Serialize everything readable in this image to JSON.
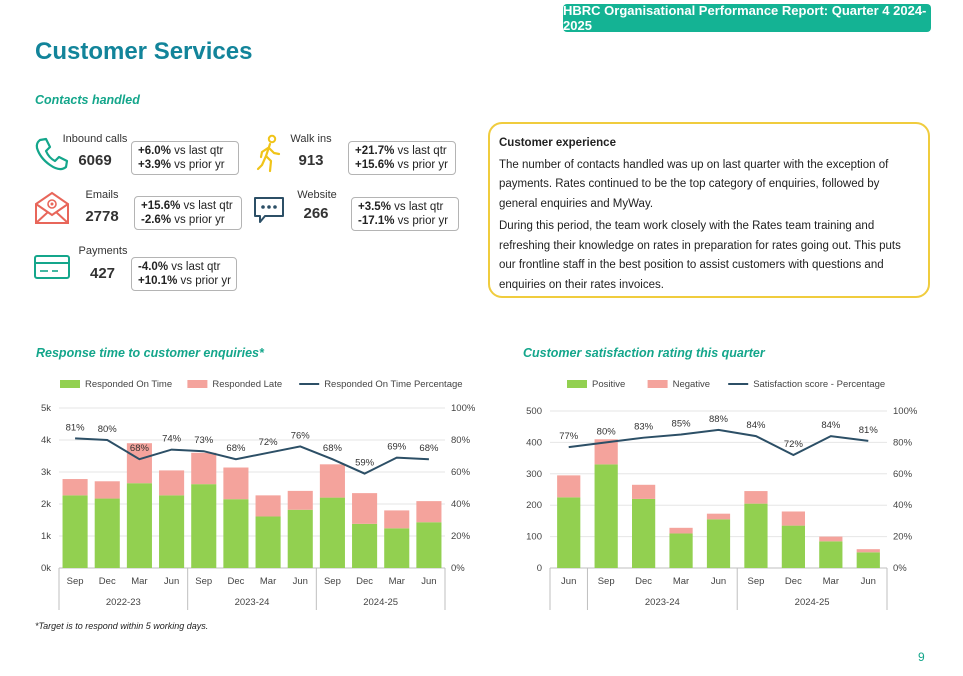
{
  "header": {
    "report_title": "HBRC Organisational Performance Report: Quarter 4 2024-2025"
  },
  "page": {
    "title": "Customer Services",
    "number": "9"
  },
  "contacts": {
    "section_title": "Contacts handled",
    "items": [
      {
        "label": "Inbound calls",
        "value": "6069",
        "qtr": "+6.0%",
        "yr": "+3.9%",
        "icon": "phone-icon"
      },
      {
        "label": "Walk ins",
        "value": "913",
        "qtr": "+21.7%",
        "yr": "+15.6%",
        "icon": "walking-person-icon"
      },
      {
        "label": "Emails",
        "value": "2778",
        "qtr": "+15.6%",
        "yr": "-2.6%",
        "icon": "email-icon"
      },
      {
        "label": "Website",
        "value": "266",
        "qtr": "+3.5%",
        "yr": "-17.1%",
        "icon": "chat-bubble-icon"
      },
      {
        "label": "Payments",
        "value": "427",
        "qtr": "-4.0%",
        "yr": "+10.1%",
        "icon": "payment-card-icon"
      }
    ],
    "qtr_suffix": " vs last qtr",
    "yr_suffix": " vs prior yr"
  },
  "customer_experience": {
    "title": "Customer experience",
    "p1": "The number of contacts handled was up on last quarter with the exception of payments. Rates continued to be the top category of enquiries, followed by general enquiries and MyWay.",
    "p2": "During this period, the team work closely with the Rates team training and refreshing their knowledge on rates in preparation for rates going out. This puts our frontline staff in the best position to assist customers with questions and enquiries on their rates invoices."
  },
  "colors": {
    "green_bar": "#92d050",
    "pink_bar": "#f4a39c",
    "line": "#2c4f66",
    "teal": "#14b394",
    "yellow_border": "#f0cc3e"
  },
  "footnote": "*Target is to respond within 5 working days.",
  "chart_data": [
    {
      "type": "bar",
      "title": "Response time to customer enquiries*",
      "stacked": true,
      "categories": [
        "Sep",
        "Dec",
        "Mar",
        "Jun",
        "Sep",
        "Dec",
        "Mar",
        "Jun",
        "Sep",
        "Dec",
        "Mar",
        "Jun"
      ],
      "groups": [
        {
          "label": "2022-23",
          "count": 4
        },
        {
          "label": "2023-24",
          "count": 4
        },
        {
          "label": "2024-25",
          "count": 4
        }
      ],
      "series": [
        {
          "name": "Responded On Time",
          "values": [
            2270,
            2170,
            2650,
            2270,
            2620,
            2150,
            1610,
            1820,
            2200,
            1380,
            1240,
            1430
          ],
          "color": "#92d050"
        },
        {
          "name": "Responded Late",
          "values": [
            510,
            540,
            1250,
            780,
            980,
            990,
            660,
            590,
            1040,
            960,
            560,
            660
          ],
          "color": "#f4a39c"
        },
        {
          "name": "Responded On Time Percentage",
          "values": [
            81,
            80,
            68,
            74,
            73,
            68,
            72,
            76,
            68,
            59,
            69,
            68
          ],
          "color": "#2c4f66",
          "axis": "right",
          "labels": [
            "81%",
            "80%",
            "68%",
            "74%",
            "73%",
            "68%",
            "72%",
            "76%",
            "68%",
            "59%",
            "69%",
            "68%"
          ]
        }
      ],
      "y_ticks": [
        "0k",
        "1k",
        "2k",
        "3k",
        "4k",
        "5k"
      ],
      "ylim": [
        0,
        5000
      ],
      "y2_ticks": [
        "0%",
        "20%",
        "40%",
        "60%",
        "80%",
        "100%"
      ],
      "y2lim": [
        0,
        100
      ],
      "legend": "top",
      "grid": true
    },
    {
      "type": "bar",
      "title": "Customer satisfaction rating this quarter",
      "stacked": true,
      "categories": [
        "Jun",
        "Sep",
        "Dec",
        "Mar",
        "Jun",
        "Sep",
        "Dec",
        "Mar",
        "Jun"
      ],
      "groups": [
        {
          "label": "2023-24",
          "count": 4
        },
        {
          "label": "2024-25",
          "count": 4
        }
      ],
      "series": [
        {
          "name": "Positive",
          "values": [
            225,
            330,
            220,
            110,
            155,
            205,
            135,
            85,
            50
          ],
          "color": "#92d050"
        },
        {
          "name": "Negative",
          "values": [
            70,
            80,
            45,
            18,
            18,
            40,
            45,
            15,
            10
          ],
          "color": "#f4a39c"
        },
        {
          "name": "Satisfaction score - Percentage",
          "values": [
            77,
            80,
            83,
            85,
            88,
            84,
            72,
            84,
            81
          ],
          "color": "#2c4f66",
          "axis": "right",
          "labels": [
            "77%",
            "80%",
            "83%",
            "85%",
            "88%",
            "84%",
            "72%",
            "84%",
            "81%"
          ]
        }
      ],
      "y_ticks": [
        "0",
        "100",
        "200",
        "300",
        "400",
        "500"
      ],
      "ylim": [
        0,
        500
      ],
      "y2_ticks": [
        "0%",
        "20%",
        "40%",
        "60%",
        "80%",
        "100%"
      ],
      "y2lim": [
        0,
        100
      ],
      "legend": "top",
      "grid": true
    }
  ]
}
